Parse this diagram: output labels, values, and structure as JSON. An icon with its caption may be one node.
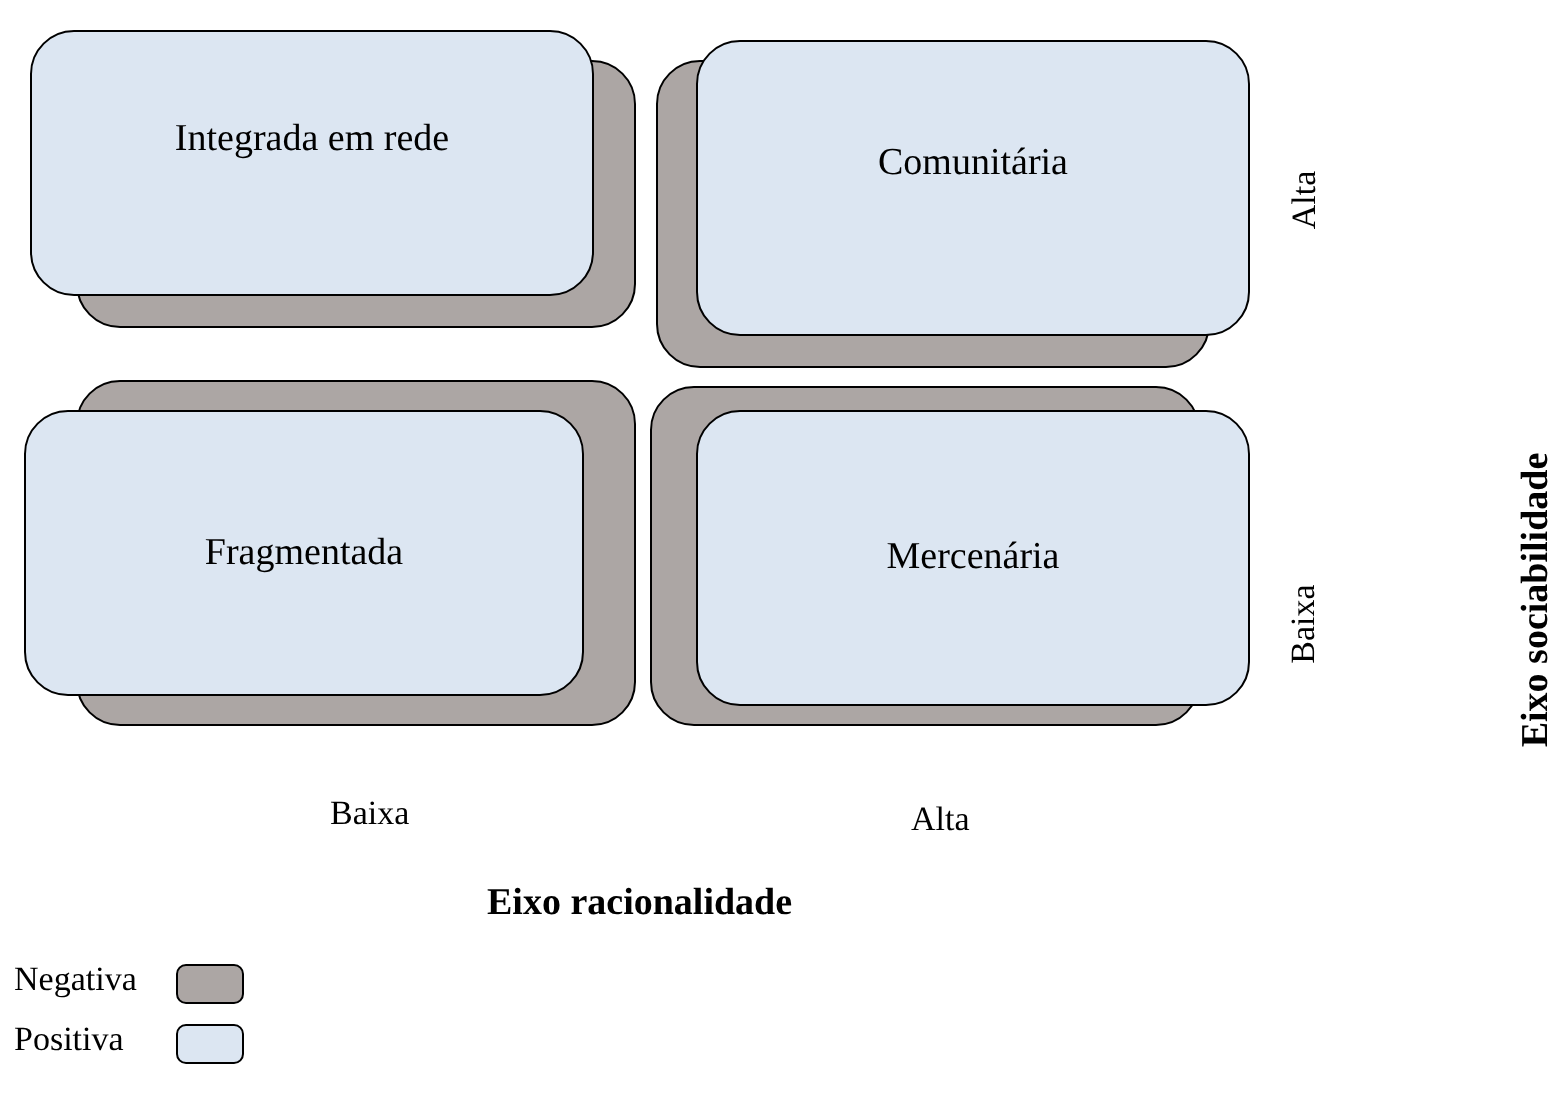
{
  "diagram": {
    "nodes": [
      {
        "text": [
          "Integrada em rede"
        ]
      },
      {
        "text": [
          "Comunitária"
        ]
      },
      {
        "text": [
          "Fragmentada"
        ]
      },
      {
        "text": [
          "Mercenária"
        ]
      }
    ],
    "labels": [
      "Alta",
      "Baixa",
      "Eixo sociabilidade",
      "Baixa",
      "Alta",
      "Eixo racionalidade"
    ],
    "legend": [
      {
        "text": "Negativa",
        "color": "#aca6a4"
      },
      {
        "text": "Positiva",
        "color": "#dce6f2"
      }
    ]
  }
}
